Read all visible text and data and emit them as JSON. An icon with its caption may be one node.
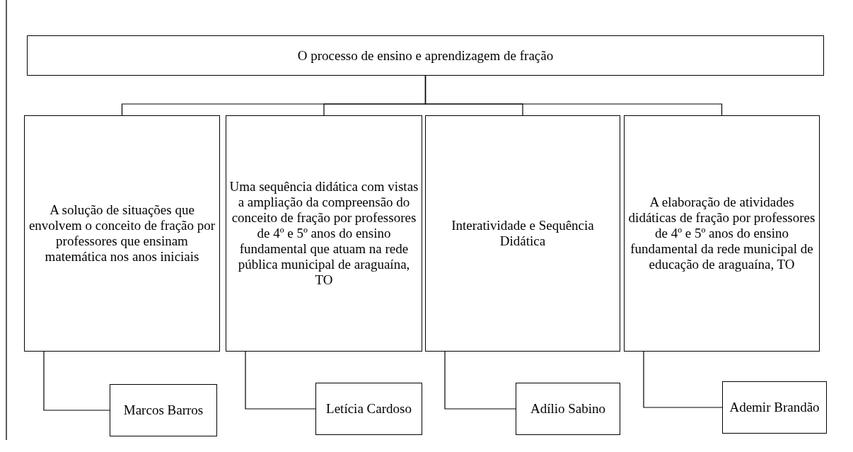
{
  "diagram": {
    "nodes": [
      {
        "text": [
          "O processo de ensino e aprendizagem de fração"
        ]
      },
      {
        "text": [
          "A solução de situações que envolvem o conceito de fração por professores que ensinam matemática nos anos iniciais"
        ]
      },
      {
        "text": [
          "Uma sequência didática com vistas a ampliação da compreensão do conceito de fração por professores de 4º e 5º anos do ensino fundamental que atuam na rede pública municipal de araguaína, TO"
        ]
      },
      {
        "text": [
          "Interatividade e Sequência Didática"
        ]
      },
      {
        "text": [
          "A elaboração de atividades didáticas de fração por professores de 4º e 5º anos do ensino fundamental da rede municipal de educação de araguaína, TO"
        ]
      },
      {
        "text": [
          "Marcos Barros"
        ]
      },
      {
        "text": [
          "Letícia Cardoso"
        ]
      },
      {
        "text": [
          "Adílio Sabino"
        ]
      },
      {
        "text": [
          "Ademir Brandão"
        ]
      }
    ],
    "edges": [
      {
        "from": 0,
        "to": 1,
        "arrow": "none"
      },
      {
        "from": 0,
        "to": 2,
        "arrow": "none"
      },
      {
        "from": 0,
        "to": 3,
        "arrow": "none"
      },
      {
        "from": 0,
        "to": 4,
        "arrow": "none"
      },
      {
        "from": 1,
        "to": 5,
        "arrow": "none"
      },
      {
        "from": 2,
        "to": 6,
        "arrow": "none"
      },
      {
        "from": 3,
        "to": 7,
        "arrow": "none"
      },
      {
        "from": 4,
        "to": 8,
        "arrow": "none"
      }
    ]
  }
}
